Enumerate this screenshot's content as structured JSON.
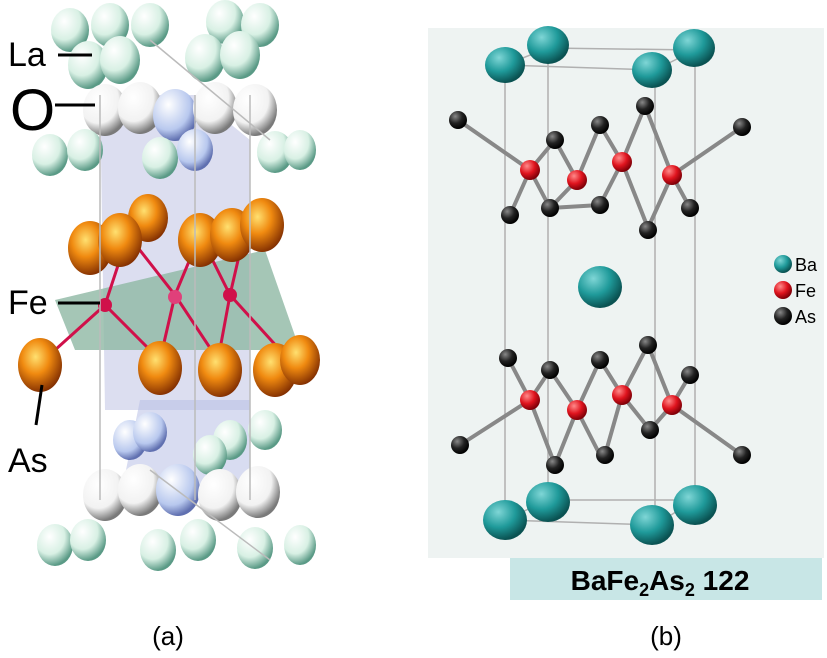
{
  "panel_a": {
    "labels": {
      "la": "La",
      "o": "O",
      "fe": "Fe",
      "as": "As"
    },
    "caption": "(a)"
  },
  "panel_b": {
    "legend": [
      {
        "key": "ba",
        "label": "Ba",
        "color": "#1f9a9a"
      },
      {
        "key": "fe",
        "label": "Fe",
        "color": "#e0141e"
      },
      {
        "key": "as",
        "label": "As",
        "color": "#222222"
      }
    ],
    "banner": {
      "formula_base": "BaFe",
      "sub1": "2",
      "mid": "As",
      "sub2": "2",
      "suffix": " 122"
    },
    "caption": "(b)"
  },
  "colors": {
    "la": "#e8f6ee",
    "o": "#ffffff",
    "fe_a": "#d0104a",
    "as_a": "#f08a10",
    "ba": "#1f9a9a",
    "fe_b": "#e0141e",
    "as_b": "#222222",
    "banner": "#c8e6e6",
    "banner_text": "#3a3a8c"
  }
}
